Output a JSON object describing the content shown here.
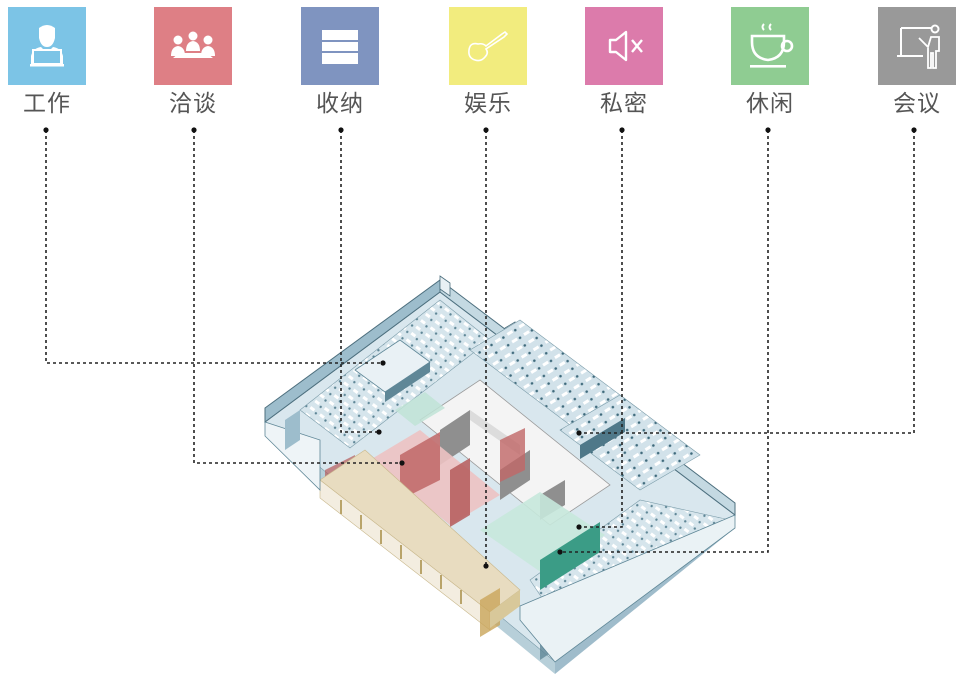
{
  "categories": [
    {
      "id": "work",
      "label": "工作",
      "icon": "person-laptop-icon",
      "color": "#7cc4e6"
    },
    {
      "id": "discussion",
      "label": "洽谈",
      "icon": "meeting-group-icon",
      "color": "#de7f85"
    },
    {
      "id": "storage",
      "label": "收纳",
      "icon": "drawers-icon",
      "color": "#7f94c0"
    },
    {
      "id": "entertainment",
      "label": "娱乐",
      "icon": "guitar-icon",
      "color": "#f2ec7e"
    },
    {
      "id": "privacy",
      "label": "私密",
      "icon": "mute-speaker-icon",
      "color": "#dc7bab"
    },
    {
      "id": "leisure",
      "label": "休闲",
      "icon": "coffee-cup-icon",
      "color": "#8fcc92"
    },
    {
      "id": "conference",
      "label": "会议",
      "icon": "presenter-board-icon",
      "color": "#999999"
    }
  ],
  "zone_colors": {
    "office": "#cfe0e8",
    "office_dark": "#5f8797",
    "lounge": "#e8dcc0",
    "discussion": "#e9b9b9",
    "discussion_dark": "#b55a5a",
    "leisure": "#bfe3d6",
    "leisure_dark": "#3b9c86",
    "core": "#eeeeee",
    "core_dark": "#8f8f8f"
  },
  "leader_line_color": "#222222"
}
